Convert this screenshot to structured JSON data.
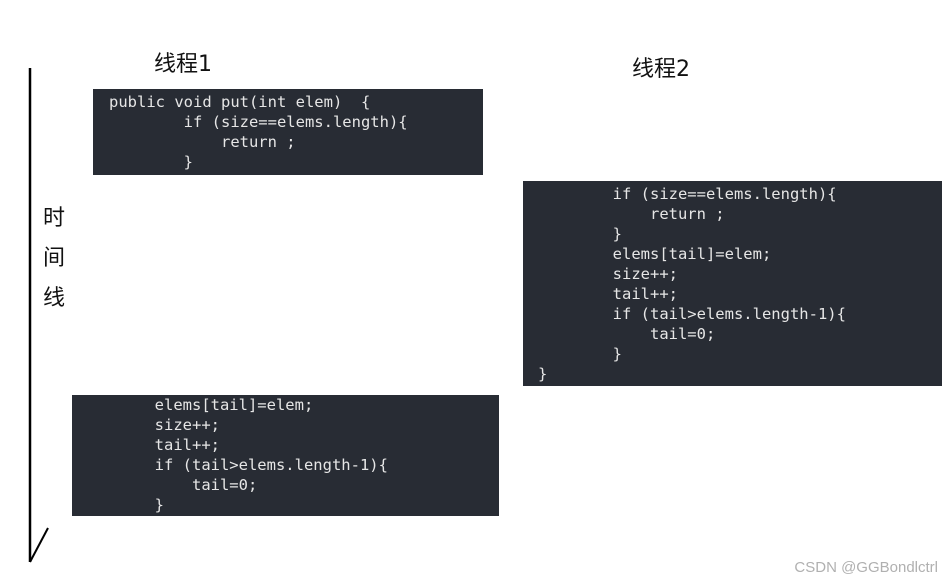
{
  "thread1": {
    "title": "线程1",
    "block_top": {
      "lines": [
        "public void put(int elem)  {",
        "        if (size==elems.length){",
        "            return ;",
        "        }"
      ]
    },
    "block_bottom": {
      "lines": [
        "        elems[tail]=elem;",
        "        size++;",
        "        tail++;",
        "        if (tail>elems.length-1){",
        "            tail=0;",
        "        }"
      ]
    }
  },
  "thread2": {
    "title": "线程2",
    "block": {
      "lines": [
        "        if (size==elems.length){",
        "            return ;",
        "        }",
        "        elems[tail]=elem;",
        "        size++;",
        "        tail++;",
        "        if (tail>elems.length-1){",
        "            tail=0;",
        "        }",
        "}"
      ]
    }
  },
  "timeline": {
    "chars": [
      "时",
      "间",
      "线"
    ]
  },
  "watermark": "CSDN @GGBondlctrl"
}
